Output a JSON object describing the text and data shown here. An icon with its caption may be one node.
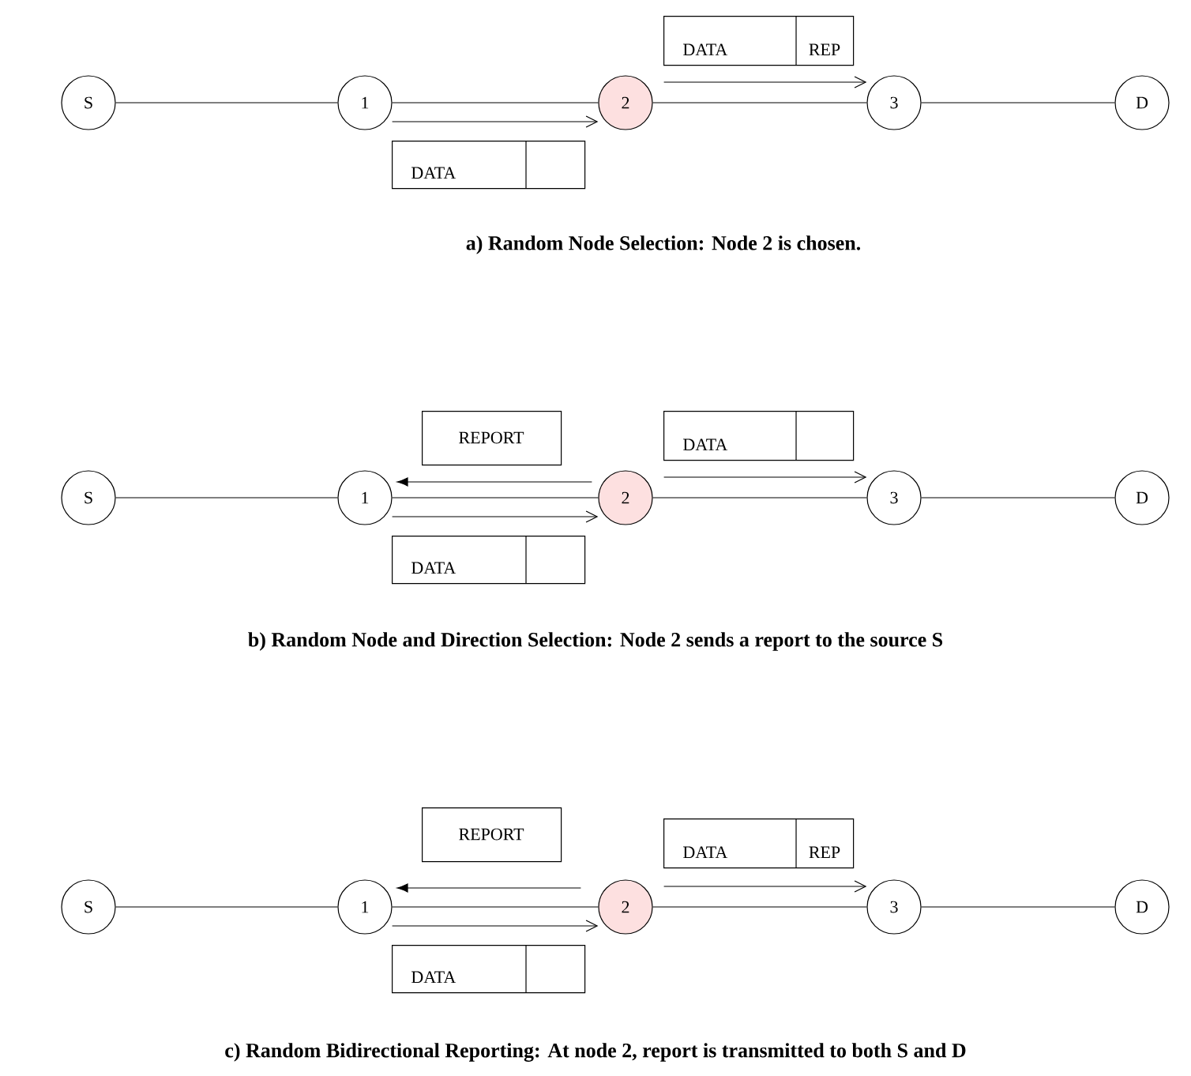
{
  "diagram": {
    "nodes": [
      {
        "text": [
          "S"
        ]
      },
      {
        "text": [
          "1"
        ]
      },
      {
        "text": [
          "2"
        ]
      },
      {
        "text": [
          "3"
        ]
      },
      {
        "text": [
          "D"
        ]
      },
      {
        "text": [
          "DATA",
          "REP"
        ]
      },
      {
        "text": [
          "DATA"
        ]
      },
      {
        "text": [
          "S"
        ]
      },
      {
        "text": [
          "1"
        ]
      },
      {
        "text": [
          "2"
        ]
      },
      {
        "text": [
          "3"
        ]
      },
      {
        "text": [
          "D"
        ]
      },
      {
        "text": [
          "REPORT"
        ]
      },
      {
        "text": [
          "DATA"
        ]
      },
      {
        "text": [
          "DATA"
        ]
      },
      {
        "text": [
          "S"
        ]
      },
      {
        "text": [
          "1"
        ]
      },
      {
        "text": [
          "2"
        ]
      },
      {
        "text": [
          "3"
        ]
      },
      {
        "text": [
          "D"
        ]
      },
      {
        "text": [
          "REPORT"
        ]
      },
      {
        "text": [
          "DATA",
          "REP"
        ]
      },
      {
        "text": [
          "DATA"
        ]
      }
    ],
    "edges": [
      {
        "from": 0,
        "to": 1,
        "arrow": "none"
      },
      {
        "from": 1,
        "to": 2,
        "arrow": "none"
      },
      {
        "from": 2,
        "to": 3,
        "arrow": "none"
      },
      {
        "from": 3,
        "to": 4,
        "arrow": "none"
      },
      {
        "from": 1,
        "to": 2,
        "arrow": "to"
      },
      {
        "from": 2,
        "to": 3,
        "arrow": "to"
      },
      {
        "from": 7,
        "to": 8,
        "arrow": "none"
      },
      {
        "from": 8,
        "to": 9,
        "arrow": "none"
      },
      {
        "from": 9,
        "to": 10,
        "arrow": "none"
      },
      {
        "from": 10,
        "to": 11,
        "arrow": "none"
      },
      {
        "from": 9,
        "to": 8,
        "arrow": "to"
      },
      {
        "from": 8,
        "to": 9,
        "arrow": "to"
      },
      {
        "from": 9,
        "to": 10,
        "arrow": "to"
      },
      {
        "from": 15,
        "to": 16,
        "arrow": "none"
      },
      {
        "from": 16,
        "to": 17,
        "arrow": "none"
      },
      {
        "from": 17,
        "to": 18,
        "arrow": "none"
      },
      {
        "from": 18,
        "to": 19,
        "arrow": "none"
      },
      {
        "from": 17,
        "to": 16,
        "arrow": "to"
      },
      {
        "from": 16,
        "to": 17,
        "arrow": "to"
      },
      {
        "from": 17,
        "to": 18,
        "arrow": "to"
      }
    ],
    "labels": [
      "a) Random Node Selection: Node 2 is chosen.",
      "b) Random Node and Direction Selection: Node 2 sends a report to the source S",
      "c) Random Bidirectional Reporting: At node 2, report is transmitted to both S and D"
    ]
  }
}
